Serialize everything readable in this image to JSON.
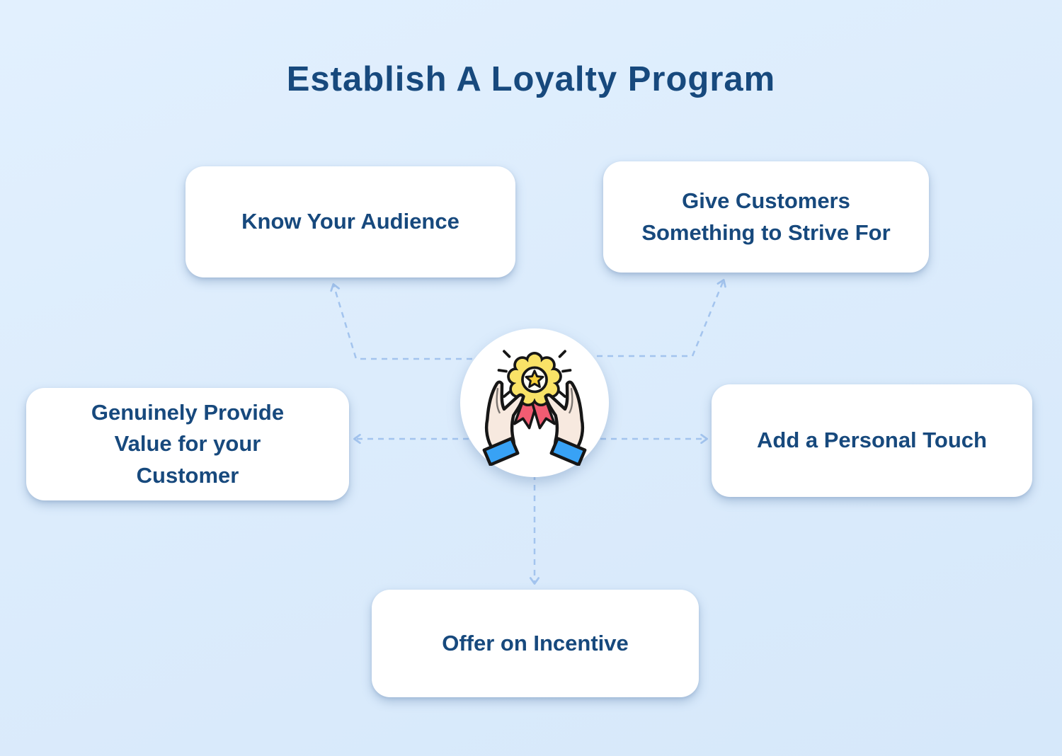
{
  "title": "Establish A Loyalty Program",
  "nodes": [
    {
      "id": "know-your-audience",
      "label": "Know Your Audience"
    },
    {
      "id": "give-customers",
      "label": "Give Customers Something to Strive For"
    },
    {
      "id": "genuinely-provide",
      "label": "Genuinely Provide Value for your Customer"
    },
    {
      "id": "add-personal-touch",
      "label": "Add a Personal Touch"
    },
    {
      "id": "offer-on-incentive",
      "label": "Offer on Incentive"
    }
  ],
  "center": {
    "icon": "hands-holding-award-badge-icon"
  },
  "colors": {
    "background": "#dcecfc",
    "card": "#ffffff",
    "title_text": "#17497d",
    "node_text": "#17497d",
    "connector": "#a3c4ee",
    "icon_outline": "#161616",
    "icon_skin": "#f7e9df",
    "icon_cuff": "#38a2f5",
    "icon_badge": "#f9e267",
    "icon_star": "#f5cf3a",
    "icon_ribbon": "#f25c72"
  }
}
